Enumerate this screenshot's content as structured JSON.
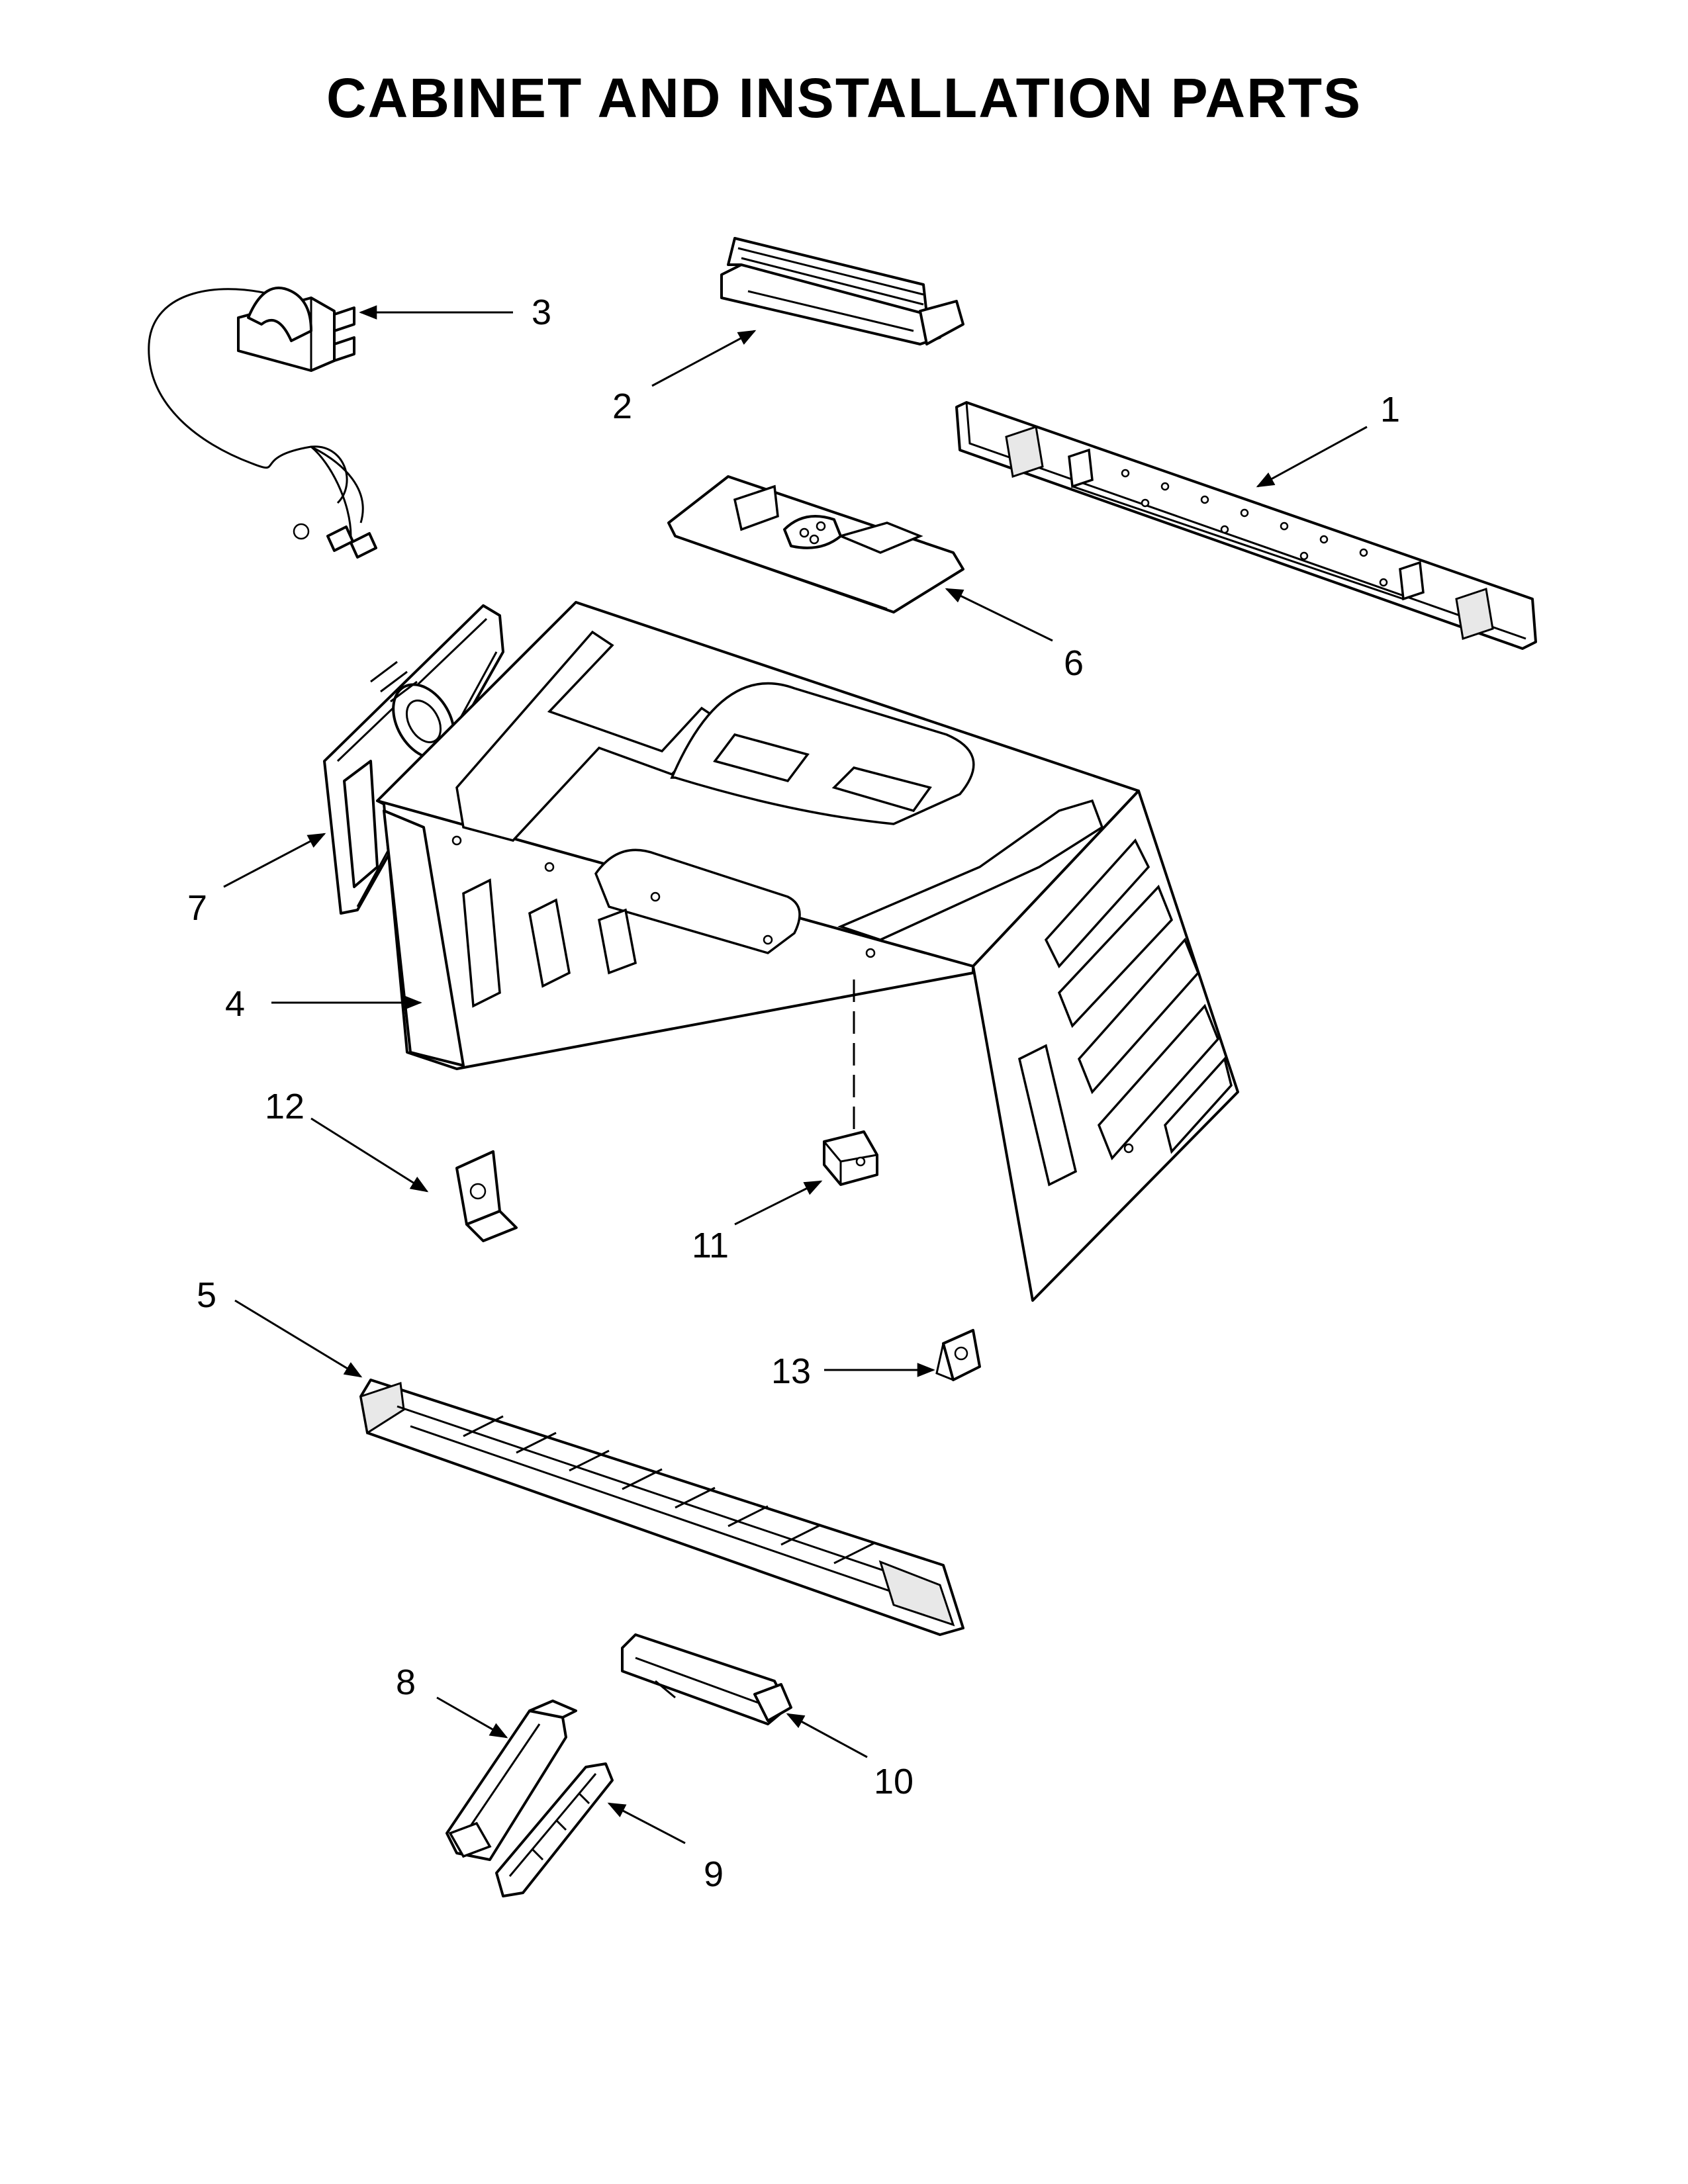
{
  "title": "CABINET AND INSTALLATION PARTS",
  "callouts": [
    "1",
    "2",
    "3",
    "4",
    "5",
    "6",
    "7",
    "8",
    "9",
    "10",
    "11",
    "12",
    "13"
  ],
  "parts": [
    {
      "callout": "1",
      "icon": "mounting-rail-icon"
    },
    {
      "callout": "2",
      "icon": "vent-damper-icon"
    },
    {
      "callout": "3",
      "icon": "power-cord-plug-icon"
    },
    {
      "callout": "4",
      "icon": "cabinet-wrapper-icon"
    },
    {
      "callout": "5",
      "icon": "bottom-grille-icon"
    },
    {
      "callout": "6",
      "icon": "control-bracket-icon"
    },
    {
      "callout": "7",
      "icon": "side-fan-assembly-icon"
    },
    {
      "callout": "8",
      "icon": "duct-piece-icon"
    },
    {
      "callout": "9",
      "icon": "duct-piece-icon"
    },
    {
      "callout": "10",
      "icon": "duct-bracket-icon"
    },
    {
      "callout": "11",
      "icon": "connector-block-icon"
    },
    {
      "callout": "12",
      "icon": "mounting-clip-icon"
    },
    {
      "callout": "13",
      "icon": "small-clip-icon"
    }
  ]
}
